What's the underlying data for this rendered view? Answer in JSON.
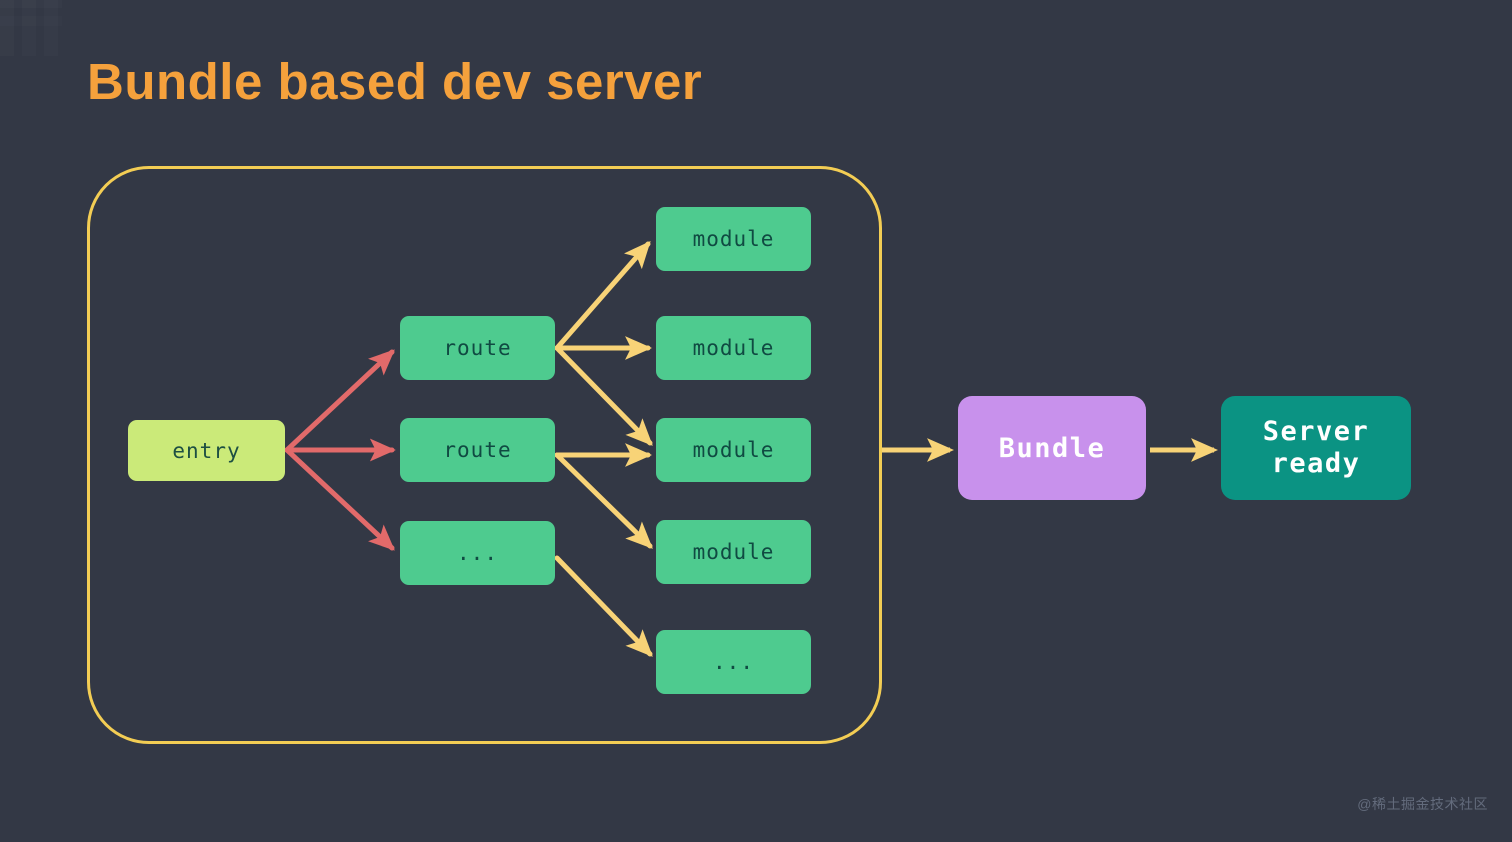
{
  "slide": {
    "title": "Bundle based dev server",
    "background_color": "#333845",
    "title_color": "#f5a13c",
    "watermark": "@稀土掘金技术社区"
  },
  "group_box": {
    "name": "bundle-group",
    "border_color": "#f3cd54"
  },
  "nodes": {
    "entry": {
      "label": "entry",
      "color": "#cbea79",
      "text_color": "#1d4f42"
    },
    "route1": {
      "label": "route",
      "color": "#4ecb8f",
      "text_color": "#104a42"
    },
    "route2": {
      "label": "route",
      "color": "#4ecb8f",
      "text_color": "#104a42"
    },
    "route3": {
      "label": "...",
      "color": "#4ecb8f",
      "text_color": "#104a42"
    },
    "module1": {
      "label": "module",
      "color": "#4ecb8f",
      "text_color": "#104a42"
    },
    "module2": {
      "label": "module",
      "color": "#4ecb8f",
      "text_color": "#104a42"
    },
    "module3": {
      "label": "module",
      "color": "#4ecb8f",
      "text_color": "#104a42"
    },
    "module4": {
      "label": "module",
      "color": "#4ecb8f",
      "text_color": "#104a42"
    },
    "module5": {
      "label": "...",
      "color": "#4ecb8f",
      "text_color": "#104a42"
    },
    "bundle": {
      "label": "Bundle",
      "color": "#c891ec",
      "text_color": "#ffffff"
    },
    "server": {
      "label": "Server\nready",
      "color": "#0b9383",
      "text_color": "#ffffff"
    }
  },
  "edges": {
    "entry_color": "#e26a6a",
    "graph_color": "#f8d377",
    "list": [
      {
        "from": "entry",
        "to": "route1",
        "color": "#e26a6a"
      },
      {
        "from": "entry",
        "to": "route2",
        "color": "#e26a6a"
      },
      {
        "from": "entry",
        "to": "route3",
        "color": "#e26a6a"
      },
      {
        "from": "route1",
        "to": "module1",
        "color": "#f8d377"
      },
      {
        "from": "route1",
        "to": "module2",
        "color": "#f8d377"
      },
      {
        "from": "route1",
        "to": "module3",
        "color": "#f8d377"
      },
      {
        "from": "route2",
        "to": "module3",
        "color": "#f8d377"
      },
      {
        "from": "route2",
        "to": "module4",
        "color": "#f8d377"
      },
      {
        "from": "route3",
        "to": "module5",
        "color": "#f8d377"
      },
      {
        "from": "bundle-group",
        "to": "bundle",
        "color": "#f8d377"
      },
      {
        "from": "bundle",
        "to": "server",
        "color": "#f8d377"
      }
    ]
  }
}
